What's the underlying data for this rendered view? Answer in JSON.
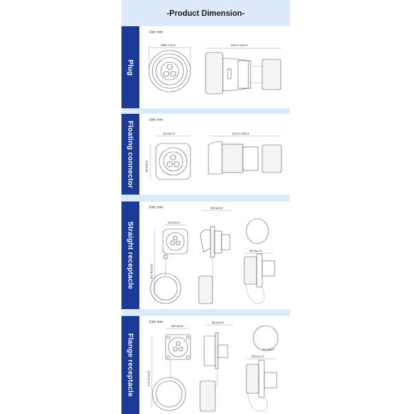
{
  "header": {
    "title": "-Product Dimension-"
  },
  "colors": {
    "band": "#dce9fa",
    "tab": "#1c3a96",
    "line": "#555555"
  },
  "sections": [
    {
      "label": "Plug",
      "unit": "Unit:  mm",
      "dims": {
        "diameter": "Ø59.7±0.5",
        "length": "104.0~115.0"
      }
    },
    {
      "label": "Floating connector",
      "unit": "Unit:  mm",
      "dims": {
        "width": "46.0±0.5",
        "height": "46.0±0.5",
        "length": "104.0~115.0"
      }
    },
    {
      "label": "Straight receptacle",
      "unit": "Unit:  mm",
      "dims": {
        "width": "46.0±0.5",
        "depth": "50.8±0.5",
        "side": "52.0±1.0",
        "total": "161.8±10.0"
      }
    },
    {
      "label": "Flange receptacle",
      "unit": "Unit:  mm",
      "dims": {
        "width": "58.0±0.5",
        "depth": "56.8±0.5",
        "side": "60.2±1.0",
        "cutout": "38.0±0.1",
        "total": "172.2±10.0"
      }
    }
  ]
}
